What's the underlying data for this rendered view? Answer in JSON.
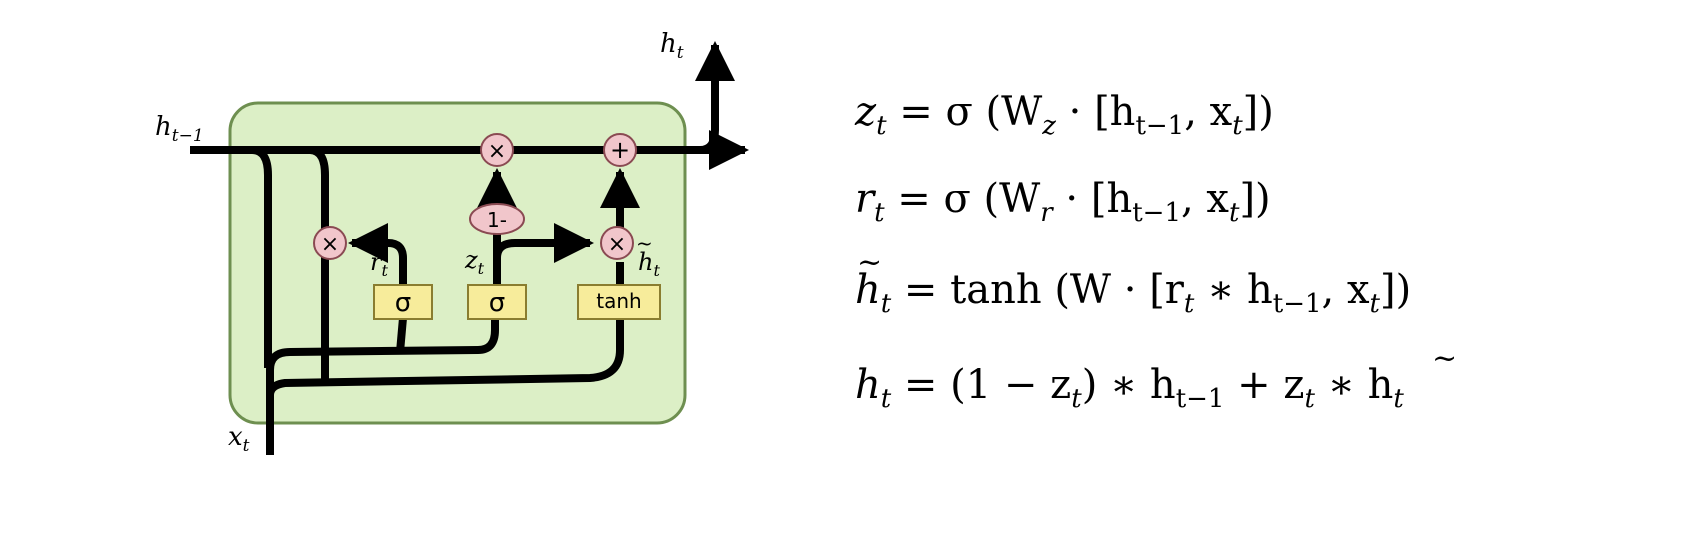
{
  "colors": {
    "cell_fill": "#dcefc6",
    "cell_stroke": "#6e8f50",
    "gate_fill": "#f7ec9b",
    "gate_stroke": "#8a7d30",
    "op_fill": "#f1c6cb",
    "op_stroke": "#8a4a52",
    "line": "#000000"
  },
  "diagram": {
    "h_prev": {
      "base": "h",
      "sub": "t−1"
    },
    "h_out": {
      "base": "h",
      "sub": "t"
    },
    "x_in": {
      "base": "x",
      "sub": "t"
    },
    "r_label": {
      "base": "r",
      "sub": "t"
    },
    "z_label": {
      "base": "z",
      "sub": "t"
    },
    "htilde_label": {
      "base": "h",
      "sub": "t"
    },
    "gates": {
      "sigma_r": "σ",
      "sigma_z": "σ",
      "tanh": "tanh"
    },
    "ops": {
      "mult_r": "×",
      "mult_z": "×",
      "mult_out": "×",
      "add": "+",
      "one_minus": "1-"
    }
  },
  "equations": {
    "z": {
      "lhs": "z",
      "lhs_sub": "t",
      "rhs_a": " = σ (W",
      "rhs_sub1": "z",
      "rhs_b": " · [h",
      "rhs_sub2": "t−1",
      "rhs_c": ", x",
      "rhs_sub3": "t",
      "rhs_d": "])"
    },
    "r": {
      "lhs": "r",
      "lhs_sub": "t",
      "rhs_a": " = σ (W",
      "rhs_sub1": "r",
      "rhs_b": " · [h",
      "rhs_sub2": "t−1",
      "rhs_c": ", x",
      "rhs_sub3": "t",
      "rhs_d": "])"
    },
    "h_tilde": {
      "lhs": "h",
      "lhs_sub": "t",
      "rhs_a": " = tanh (W · [r",
      "rhs_sub1": "t",
      "rhs_b": " ∗ h",
      "rhs_sub2": "t−1",
      "rhs_c": ", x",
      "rhs_sub3": "t",
      "rhs_d": "])"
    },
    "h": {
      "lhs": "h",
      "lhs_sub": "t",
      "rhs_a": " = (1 − z",
      "rhs_sub1": "t",
      "rhs_b": ") ∗ h",
      "rhs_sub2": "t−1",
      "rhs_c": " + z",
      "rhs_sub3": "t",
      "rhs_d": " ∗ h",
      "rhs_sub4": "t"
    }
  }
}
